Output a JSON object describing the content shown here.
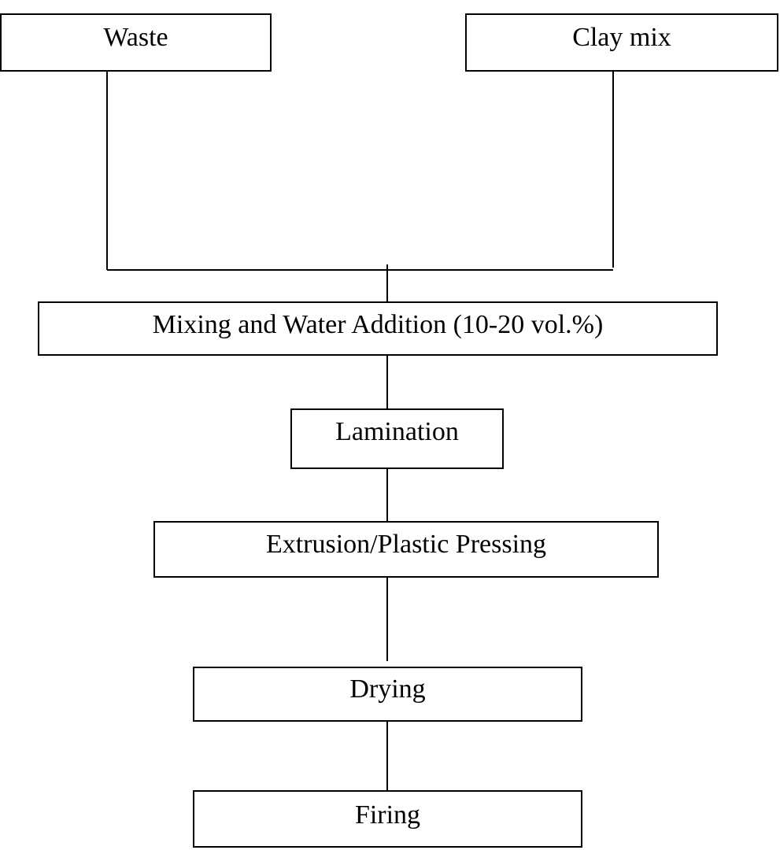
{
  "diagram": {
    "nodes": {
      "waste": "Waste",
      "clay_mix": "Clay mix",
      "mixing": "Mixing and Water Addition (10-20 vol.%)",
      "lamination": "Lamination",
      "extrusion": "Extrusion/Plastic Pressing",
      "drying": "Drying",
      "firing": "Firing"
    },
    "edges": [
      {
        "from": "waste",
        "to": "mixing"
      },
      {
        "from": "clay_mix",
        "to": "mixing"
      },
      {
        "from": "mixing",
        "to": "lamination"
      },
      {
        "from": "lamination",
        "to": "extrusion"
      },
      {
        "from": "extrusion",
        "to": "drying"
      },
      {
        "from": "drying",
        "to": "firing"
      }
    ]
  }
}
